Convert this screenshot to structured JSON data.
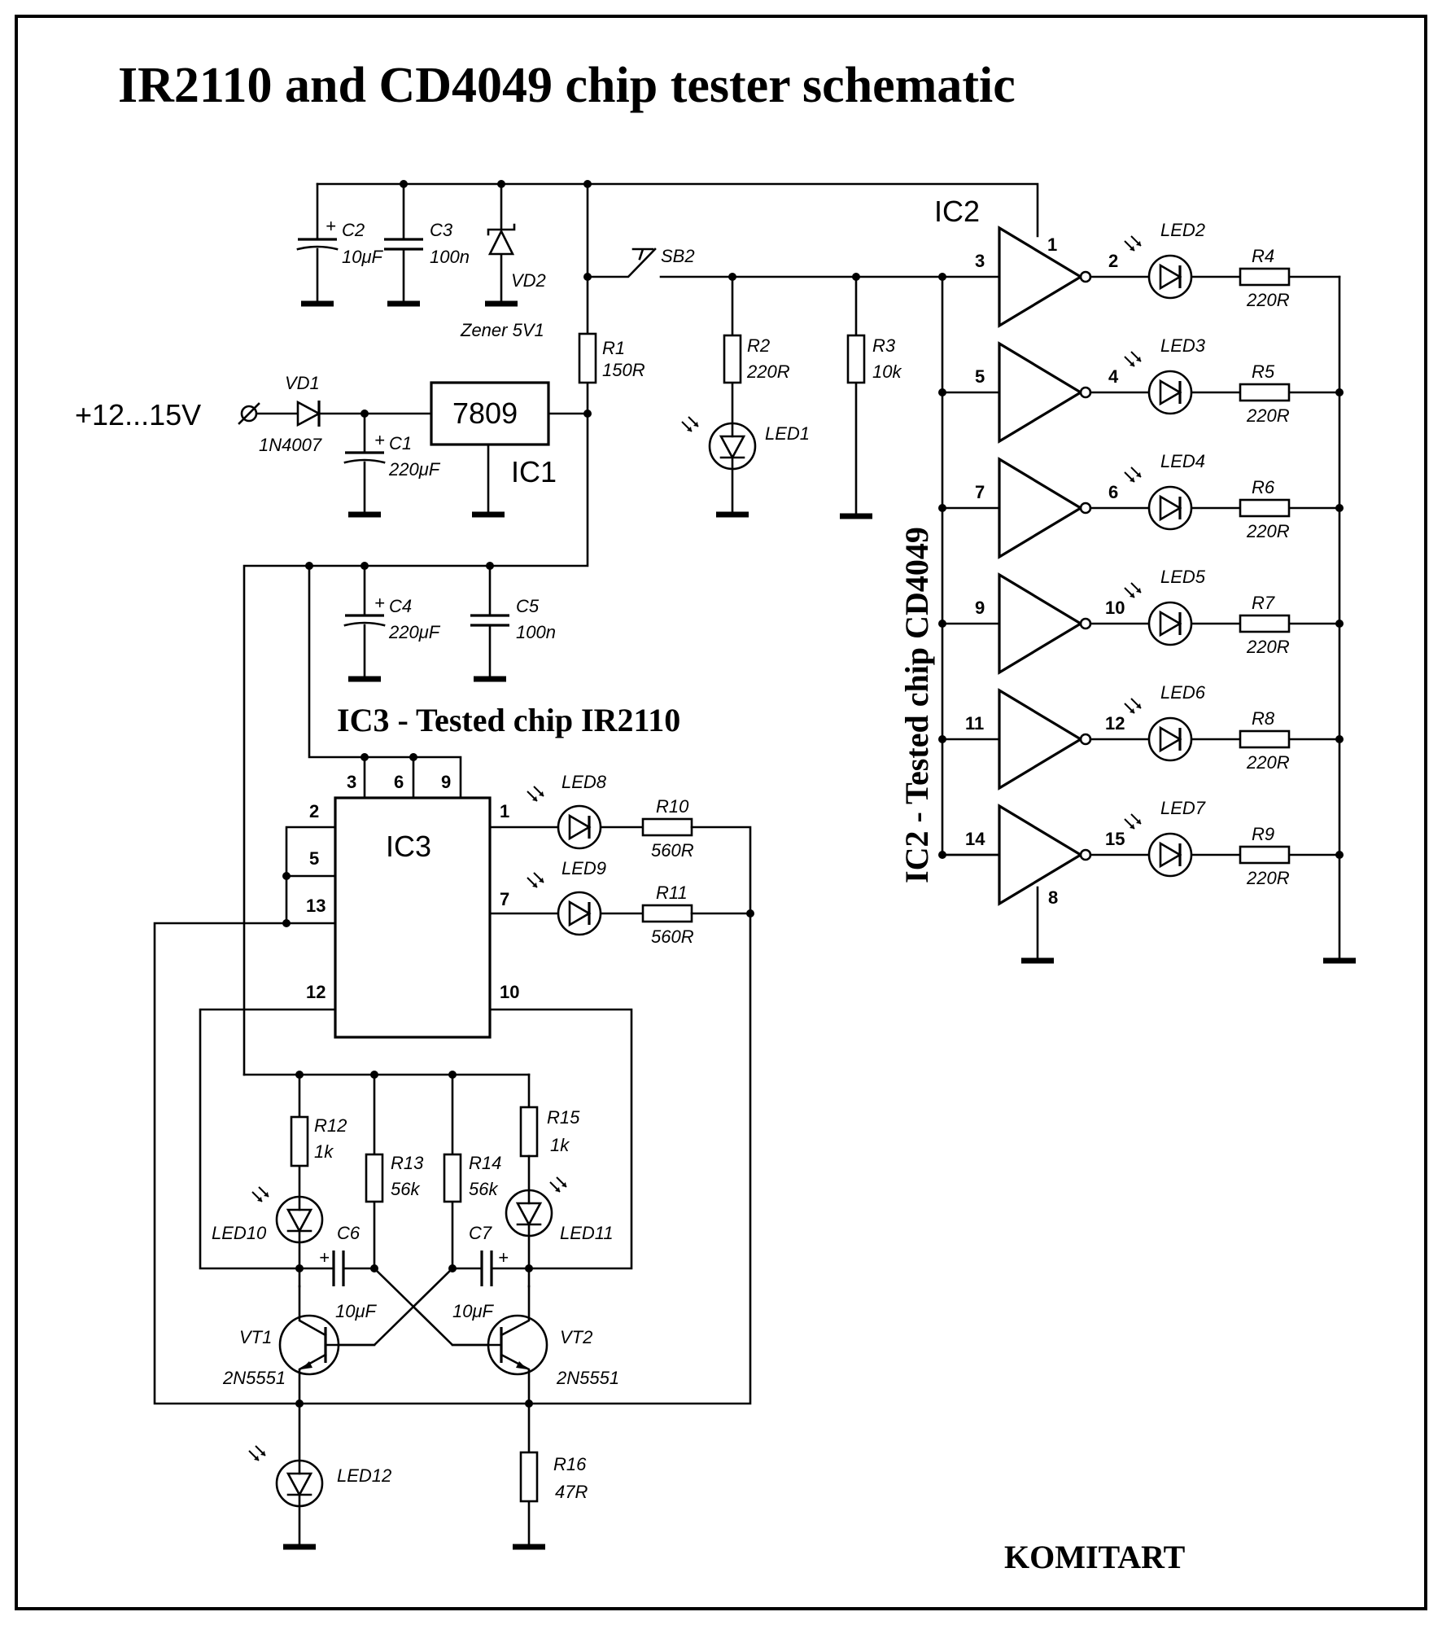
{
  "title": "IR2110 and CD4049 chip tester schematic",
  "supply_label": "+12...15V",
  "ic2_label": "IC2",
  "ic2_caption": "IC2 - Tested chip CD4049",
  "ic3_caption": "IC3 - Tested chip IR2110",
  "ic3_label": "IC3",
  "ic1_label": "IC1",
  "regulator": "7809",
  "brand": "KOMITART",
  "components": {
    "vd1": {
      "ref": "VD1",
      "value": "1N4007"
    },
    "c1": {
      "ref": "C1",
      "value": "220μF"
    },
    "c2": {
      "ref": "C2",
      "value": "10μF"
    },
    "c3": {
      "ref": "C3",
      "value": "100n"
    },
    "vd2": {
      "ref": "VD2",
      "value": "Zener 5V1"
    },
    "r1": {
      "ref": "R1",
      "value": "150R"
    },
    "sb2": {
      "ref": "SB2"
    },
    "r2": {
      "ref": "R2",
      "value": "220R"
    },
    "led1": {
      "ref": "LED1"
    },
    "r3": {
      "ref": "R3",
      "value": "10k"
    },
    "c4": {
      "ref": "C4",
      "value": "220μF"
    },
    "c5": {
      "ref": "C5",
      "value": "100n"
    },
    "led8": {
      "ref": "LED8"
    },
    "r10": {
      "ref": "R10",
      "value": "560R"
    },
    "led9": {
      "ref": "LED9"
    },
    "r11": {
      "ref": "R11",
      "value": "560R"
    },
    "r12": {
      "ref": "R12",
      "value": "1k"
    },
    "r13": {
      "ref": "R13",
      "value": "56k"
    },
    "r14": {
      "ref": "R14",
      "value": "56k"
    },
    "r15": {
      "ref": "R15",
      "value": "1k"
    },
    "led10": {
      "ref": "LED10"
    },
    "led11": {
      "ref": "LED11"
    },
    "c6": {
      "ref": "C6",
      "value": "10μF"
    },
    "c7": {
      "ref": "C7",
      "value": "10μF"
    },
    "vt1": {
      "ref": "VT1",
      "value": "2N5551"
    },
    "vt2": {
      "ref": "VT2",
      "value": "2N5551"
    },
    "led12": {
      "ref": "LED12"
    },
    "r16": {
      "ref": "R16",
      "value": "47R"
    }
  },
  "ic3_pins": {
    "p1": "1",
    "p2": "2",
    "p3": "3",
    "p5": "5",
    "p6": "6",
    "p7": "7",
    "p9": "9",
    "p10": "10",
    "p12": "12",
    "p13": "13"
  },
  "ic2_pin_vdd": "1",
  "ic2_pin_gnd": "8",
  "ic2_channels": [
    {
      "in": "3",
      "out": "2",
      "led": "LED2",
      "res": "R4",
      "val": "220R"
    },
    {
      "in": "5",
      "out": "4",
      "led": "LED3",
      "res": "R5",
      "val": "220R"
    },
    {
      "in": "7",
      "out": "6",
      "led": "LED4",
      "res": "R6",
      "val": "220R"
    },
    {
      "in": "9",
      "out": "10",
      "led": "LED5",
      "res": "R7",
      "val": "220R"
    },
    {
      "in": "11",
      "out": "12",
      "led": "LED6",
      "res": "R8",
      "val": "220R"
    },
    {
      "in": "14",
      "out": "15",
      "led": "LED7",
      "res": "R9",
      "val": "220R"
    }
  ]
}
